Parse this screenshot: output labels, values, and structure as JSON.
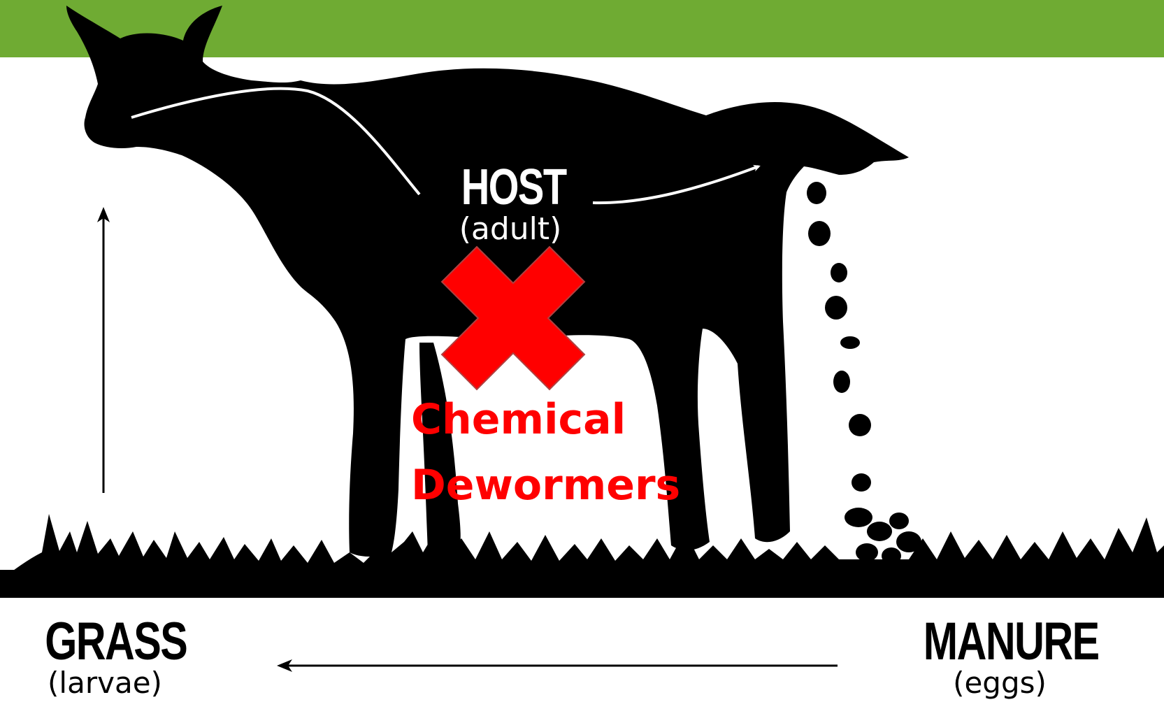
{
  "diagram": {
    "host": {
      "title": "HOST",
      "subtitle": "(adult)"
    },
    "grass": {
      "title": "GRASS",
      "subtitle": "(larvae)"
    },
    "manure": {
      "title": "MANURE",
      "subtitle": "(eggs)"
    },
    "intervention": {
      "line1": "Chemical",
      "line2": "Dewormers"
    }
  },
  "colors": {
    "banner": "#6fab33",
    "silhouette": "#000000",
    "cross": "#ff0000",
    "intervention_text": "#ff0000"
  },
  "icons": [
    "goat-silhouette",
    "red-x-icon",
    "grass-silhouette"
  ]
}
